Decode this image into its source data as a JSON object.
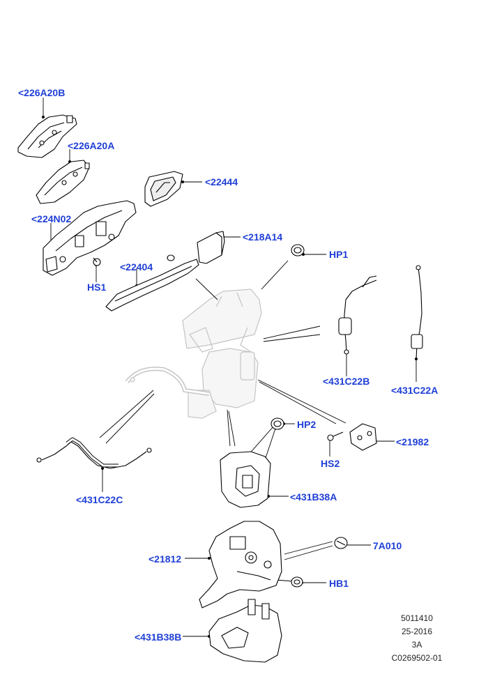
{
  "colors": {
    "callout": "#1f3fd6",
    "line": "#000000",
    "ghost": "#bdbdbd"
  },
  "callouts": {
    "p226a20b": "<226A20B",
    "p226a20a": "<226A20A",
    "p22444": "<22444",
    "p224n02": "<224N02",
    "p218a14": "<218A14",
    "hp1": "HP1",
    "hs1": "HS1",
    "p22404": "<22404",
    "p431c22b": "<431C22B",
    "p431c22a": "<431C22A",
    "p431c22c": "<431C22C",
    "hp2": "HP2",
    "hs2": "HS2",
    "p21982": "<21982",
    "p431b38a": "<431B38A",
    "p7a010": "7A010",
    "p21812": "<21812",
    "hb1": "HB1",
    "p431b38b": "<431B38B"
  },
  "reference": {
    "line1": "5011410",
    "line2": "25-2016",
    "line3": "3A",
    "line4": "C0269502-01"
  }
}
